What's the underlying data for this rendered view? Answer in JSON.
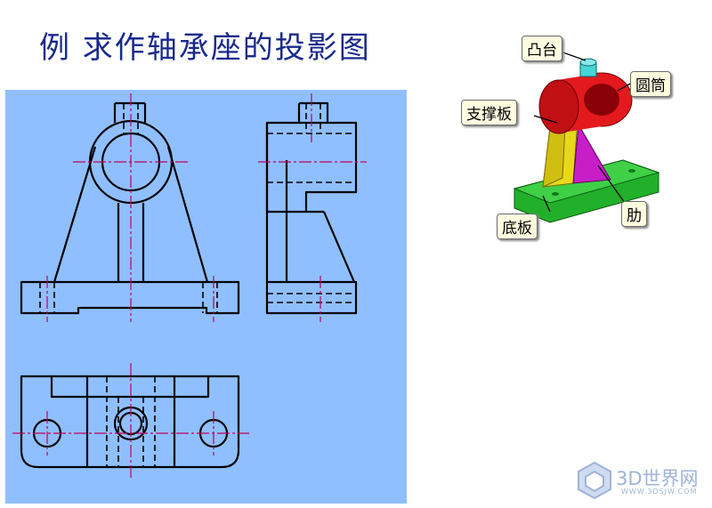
{
  "title": "例  求作轴承座的投影图",
  "labels": {
    "boss": "凸台",
    "cylinder": "圆筒",
    "support": "支撑板",
    "rib": "肋",
    "base": "底板"
  },
  "watermark": {
    "text": "3D世界网",
    "sub": "WWW.3DSJW.COM"
  },
  "colors": {
    "title": "#1a2a8c",
    "panel": "#8fbfff",
    "centerline": "#c0005a",
    "red": "#e3191e",
    "green": "#22b02a",
    "yellow": "#e8d81c",
    "magenta": "#c81ec8",
    "cyan": "#46d4d4"
  }
}
